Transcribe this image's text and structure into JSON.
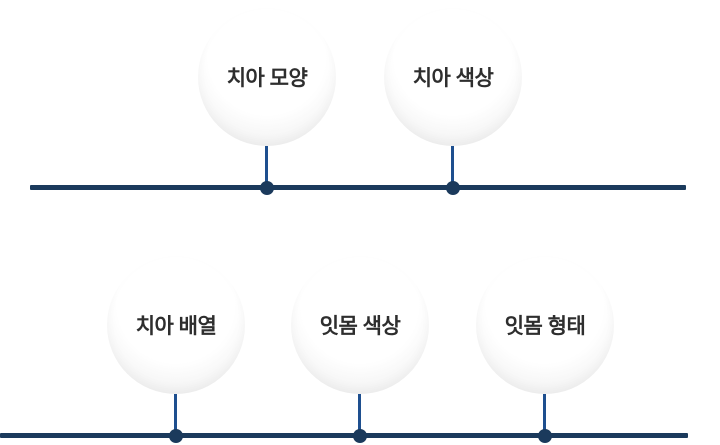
{
  "diagram": {
    "description": "Dental aesthetics factors timeline diagram with five labeled circular nodes on two horizontal timelines",
    "rows": [
      {
        "items": [
          {
            "label": "치아 모양"
          },
          {
            "label": "치아 색상"
          }
        ]
      },
      {
        "items": [
          {
            "label": "치아 배열"
          },
          {
            "label": "잇몸 색상"
          },
          {
            "label": "잇몸 형태"
          }
        ]
      }
    ],
    "colors": {
      "timeline_line": "#1b3a5c",
      "connector": "#1e4f8f",
      "dot": "#1b3a5c",
      "circle_fill_top": "#ffffff",
      "circle_fill_edge": "#e7e7e7",
      "label_text": "#2e2e2e",
      "background": "#ffffff"
    }
  }
}
